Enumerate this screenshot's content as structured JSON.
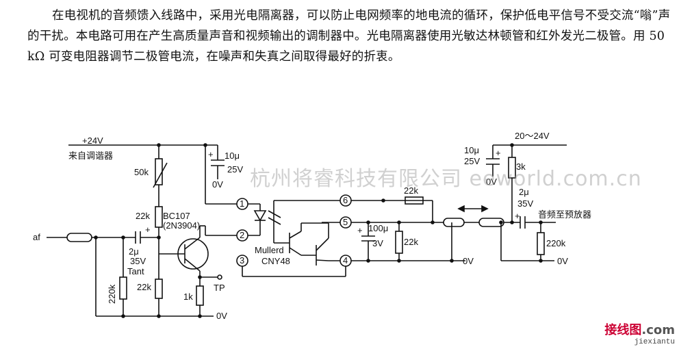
{
  "description": "在电视机的音频馈入线路中，采用光电隔离器，可以防止电网频率的地电流的循环，保护低电平信号不受交流“嗡”声的干扰。本电路可用在产生高质量声音和视频输出的调制器中。光电隔离器使用光敏达林顿管和红外发光二极管。用 50 kΩ 可变电阻器调节二极管电流，在噪声和失真之间取得最好的折衷。",
  "labels": {
    "supply_in": "+24V",
    "from_tuner": "来自调谐器",
    "pot": "50k",
    "r22k_a": "22k",
    "transistor": "BC107",
    "transistor_alt": "(2N3904)",
    "input": "af",
    "cap_in_value": "2μ",
    "cap_in_voltage": "35V",
    "cap_in_type": "Tant",
    "r220k_in": "220k",
    "r22k_b": "22k",
    "r1k": "1k",
    "tp": "TP",
    "gnd_left": "0V",
    "cap_top_value": "10μ",
    "cap_top_voltage": "25V",
    "cap_top_gnd": "0V",
    "pin1": "1",
    "pin2": "2",
    "pin3": "3",
    "pin4": "4",
    "pin5": "5",
    "pin6": "6",
    "opto_maker": "Mullerd",
    "opto_part": "CNY48",
    "r22k_fb": "22k",
    "cap_100_value": "100μ",
    "cap_100_voltage": "3V",
    "r22k_c": "22k",
    "gnd_mid": "0V",
    "supply_out": "20～24V",
    "cap_out_top_value": "10μ",
    "cap_out_top_voltage": "25V",
    "cap_out_top_gnd": "0V",
    "r3k": "3k",
    "cap_out_value": "2μ",
    "cap_out_voltage": "35V",
    "output": "音频至预放器",
    "r220k_out": "220k",
    "gnd_right": "0V"
  },
  "watermark": "杭州将睿科技有限公司 eeworld.com.cn",
  "corner_logo": "接线图",
  "corner_logo_dot": ".com",
  "corner_url": "jiexiantu"
}
